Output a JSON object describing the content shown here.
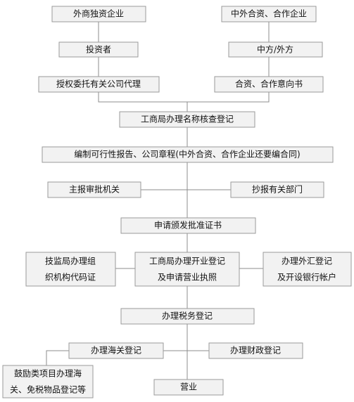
{
  "nodes": {
    "wfd": {
      "label": "外商独资企业"
    },
    "zwhz": {
      "label": "中外合资、合作企业"
    },
    "tzz": {
      "label": "投资者"
    },
    "zfwf": {
      "label": "中方/外方"
    },
    "sqwt": {
      "label": "授权委托有关公司代理"
    },
    "hzyxs": {
      "label": "合资、合作意向书"
    },
    "mchc": {
      "label": "工商局办理名称核查登记"
    },
    "bzbg": {
      "label": "编制可行性报告、公司章程(中外合资、合作企业还要编合同)"
    },
    "zbsp": {
      "label": "主报审批机关"
    },
    "cbbm": {
      "label": "抄报有关部门"
    },
    "pzzs": {
      "label": "申请颁发批准证书"
    },
    "jjj": {
      "line1": "技监局办理组",
      "line2": "织机构代码证"
    },
    "kydj": {
      "line1": "工商局办理开业登记",
      "line2": "及申请营业执照"
    },
    "whdj": {
      "line1": "办理外汇登记",
      "line2": "及开设银行帐户"
    },
    "swdj": {
      "label": "办理税务登记"
    },
    "hgdj": {
      "label": "办理海关登记"
    },
    "czdj": {
      "label": "办理财政登记"
    },
    "gll": {
      "line1": "鼓励类项目办理海",
      "line2": "关、免税物品登记等"
    },
    "yy": {
      "label": "营业"
    }
  }
}
